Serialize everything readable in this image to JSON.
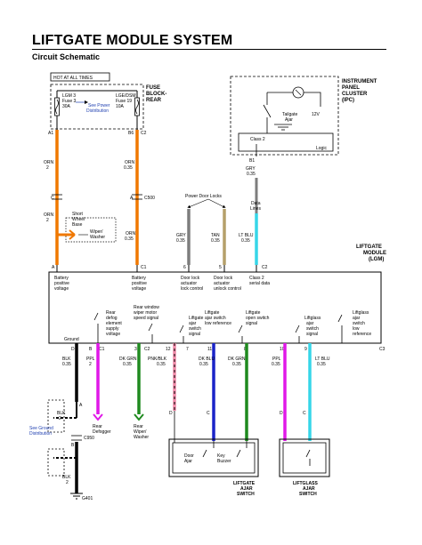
{
  "header": {
    "title": "LIFTGATE MODULE SYSTEM",
    "subtitle": "Circuit Schematic"
  },
  "fuse_block": {
    "hot_label": "HOT AT ALL TIMES",
    "name_line1": "FUSE",
    "name_line2": "BLOCK-",
    "name_line3": "REAR",
    "fuse_left_1": "LGM 3",
    "fuse_left_2": "Fuse 3",
    "fuse_left_3": "30A",
    "fuse_right_1": "LGE/DSM",
    "fuse_right_2": "Fuse 19",
    "fuse_right_3": "10A",
    "see_power_1": "See Power",
    "see_power_2": "Distribution",
    "pin_a1": "A1",
    "pin_b6": "B6",
    "pin_c2": "C2"
  },
  "ipc": {
    "name_1": "INSTRUMENT",
    "name_2": "PANEL",
    "name_3": "CLUSTER",
    "name_4": "(IPC)",
    "tailgate_1": "Tailgate",
    "tailgate_2": "Ajar",
    "v12": "12V",
    "class2": "Class 2",
    "logic": "Logic",
    "pin_b1": "B1",
    "wire_color": "GRY",
    "wire_gauge": "0.35"
  },
  "upper_wiring": {
    "orn_left_color": "ORN",
    "orn_left_num": "2",
    "orn_right_color": "ORN",
    "orn_right_num": "0.35",
    "pin_c_left": "C",
    "pin_a_right": "A",
    "c500": "C500",
    "orn_left2_color": "ORN",
    "orn_left2_num": "2",
    "orn_right2_color": "ORN",
    "orn_right2_num": "0.35",
    "short_base_1": "Short",
    "short_base_2": "Wheel",
    "short_base_3": "Base",
    "wiper_1": "Wiper/",
    "wiper_2": "Washer",
    "power_door_locks": "Power Door Locks",
    "data_lines_1": "Data",
    "data_lines_2": "Lines",
    "gry_color": "GRY",
    "gry_gauge": "0.35",
    "tan_color": "TAN",
    "tan_gauge": "0.35",
    "ltblu_color": "LT BLU",
    "ltblu_gauge": "0.35"
  },
  "module": {
    "name_1": "LIFTGATE",
    "name_2": "MODULE",
    "name_3": "(LGM)",
    "pin_a": "A",
    "pin_c1": "C1",
    "pin_6": "6",
    "pin_5": "5",
    "pin_c2": "C2",
    "batt1_1": "Battery",
    "batt1_2": "positive",
    "batt1_3": "voltage",
    "batt2_1": "Battery",
    "batt2_2": "positive",
    "batt2_3": "voltage",
    "lock_1": "Door lock",
    "lock_2": "actuator",
    "lock_3": "lock control",
    "unlock_1": "Door lock",
    "unlock_2": "actuator",
    "unlock_3": "unlock control",
    "serial_1": "Class 2",
    "serial_2": "serial data",
    "defog_1": "Rear",
    "defog_2": "defog",
    "defog_3": "element",
    "defog_4": "supply",
    "defog_5": "voltage",
    "wiper_1": "Rear window",
    "wiper_2": "wiper motor",
    "wiper_3": "speed signal",
    "lg_ajar_1": "Liftgate",
    "lg_ajar_2": "ajar",
    "lg_ajar_3": "switch",
    "lg_ajar_4": "signal",
    "lg_low_1": "Liftgate",
    "lg_low_2": "ajar switch",
    "lg_low_3": "low reference",
    "lg_open_1": "Liftgate",
    "lg_open_2": "open switch",
    "lg_open_3": "signal",
    "glass_ajar_1": "Liftglass",
    "glass_ajar_2": "ajar",
    "glass_ajar_3": "switch",
    "glass_ajar_4": "signal",
    "glass_low_1": "Liftglass",
    "glass_low_2": "ajar",
    "glass_low_3": "switch",
    "glass_low_4": "low",
    "glass_low_5": "reference",
    "ground": "Ground"
  },
  "bottom_pins": {
    "p_d": "D",
    "p_b": "B",
    "p_c1": "C1",
    "p_3": "3",
    "p_c2": "C2",
    "p_12": "12",
    "p_7": "7",
    "p_11": "11",
    "p_8": "8",
    "p_10": "10",
    "p_9": "9",
    "p_c3": "C3"
  },
  "lower_wiring": {
    "blk_1": "BLK",
    "blk_1g": "0.35",
    "ppl_1": "PPL",
    "ppl_1g": "2",
    "dkgrn_1": "DK GRN",
    "dkgrn_1g": "0.35",
    "pnkblk": "PNK/BLK",
    "pnkblk_g": "0.35",
    "dkblu_1": "DK BLU",
    "dkblu_1g": "0.35",
    "dkgrn_2": "DK GRN",
    "dkgrn_2g": "0.35",
    "ppl_2": "PPL",
    "ppl_2g": "0.35",
    "ltblu_2": "LT BLU",
    "ltblu_2g": "0.35",
    "rear_defogger_1": "Rear",
    "rear_defogger_2": "Defogger",
    "rear_wiper_1": "Rear",
    "rear_wiper_2": "Wiper/",
    "rear_wiper_3": "Washer",
    "blk_2": "BLK",
    "blk_2g": "2",
    "pin_a": "A",
    "pin_d1": "D",
    "pin_c1": "C",
    "pin_d2": "D",
    "pin_c2": "C",
    "see_ground_1": "See Ground",
    "see_ground_2": "Distribution",
    "c950": "C950",
    "pin_b": "B",
    "blk_3": "BLK",
    "blk_3g": "2",
    "g401": "G401"
  },
  "switches": {
    "door_ajar_1": "Door",
    "door_ajar_2": "Ajar",
    "key_buzzer_1": "Key",
    "key_buzzer_2": "Buzzer",
    "liftgate_name_1": "LIFTGATE",
    "liftgate_name_2": "AJAR",
    "liftgate_name_3": "SWITCH",
    "liftglass_name_1": "LIFTGLASS",
    "liftglass_name_2": "AJAR",
    "liftglass_name_3": "SWITCH"
  },
  "wire_colors": {
    "orange": "#f07800",
    "grey": "#7d7d7d",
    "tan": "#b5a06a",
    "light_blue": "#36d6e8",
    "black": "#000000",
    "purple": "#e018e8",
    "dark_green": "#1f8a1f",
    "pink": "#f08aa8",
    "dark_blue": "#1a24c8",
    "link_blue": "#1f3fb0"
  }
}
